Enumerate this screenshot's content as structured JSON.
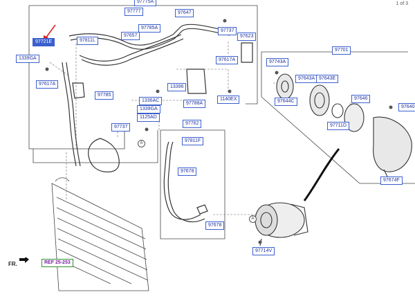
{
  "page_indicator": "1 of 3",
  "orientation_label": "FR.",
  "labels": {
    "p97775A": "97775A",
    "p97777": "97777",
    "p97647": "97647",
    "p97721E": "97721E",
    "p97811L": "97811L",
    "p97657": "97657",
    "p97785A": "97785A",
    "p97737a": "97737",
    "p97623": "97623",
    "p1339GA_a": "1339GA",
    "p97617A_a": "97617A",
    "p97617A_b": "97617A",
    "p97785": "97785",
    "p13396": "13396",
    "p1336AC": "1336AC",
    "p1339GA_b": "1339GA",
    "p1125AD": "1125AD",
    "p97788A": "97788A",
    "p1140EX": "1140EX",
    "p97737b": "97737",
    "p97762": "97762",
    "p97811F": "97811F",
    "p97678a": "97678",
    "p97678b": "97678",
    "p97701": "97701",
    "p97743A": "97743A",
    "p97643A": "97643A",
    "p97643E": "97643E",
    "p97644C": "97644C",
    "p97646": "97646",
    "p97640": "97640",
    "p97711D": "97711D",
    "p97674F": "97674F",
    "p97714V": "97714V",
    "ref": "REF 25-253"
  },
  "callout_a": "A",
  "colors": {
    "label_border": "#3a5fcd",
    "label_text": "#1a2fa0",
    "highlight": "#3a5fcd",
    "pointer": "#e02020",
    "ref_border": "#2f8f2f",
    "ref_text": "#7a1fa0"
  }
}
